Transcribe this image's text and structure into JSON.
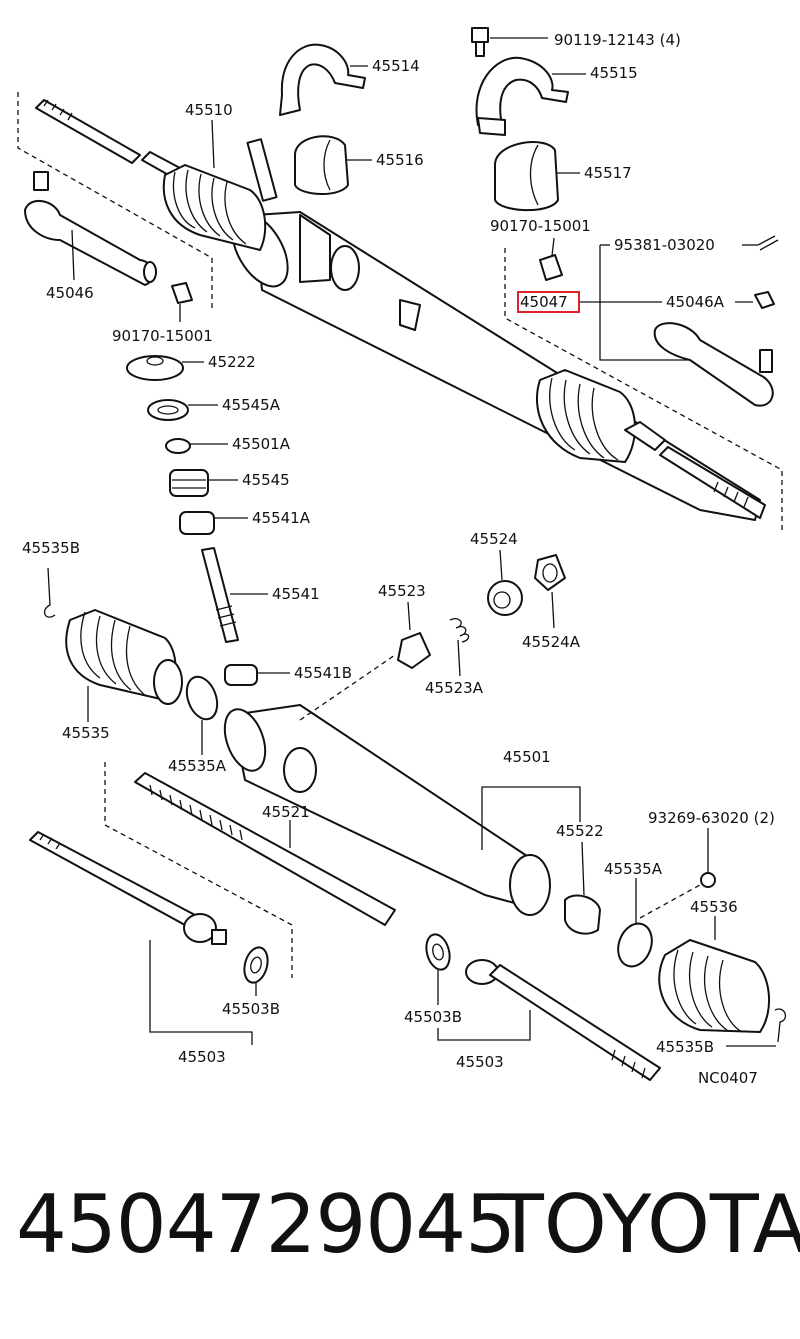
{
  "labels": {
    "l90119": "90119-12143 (4)",
    "l45514": "45514",
    "l45515": "45515",
    "l45510": "45510",
    "l45516": "45516",
    "l45517": "45517",
    "l90170a": "90170-15001",
    "l95381": "95381-03020",
    "l45047": "45047",
    "l45046A": "45046A",
    "l45046": "45046",
    "l90170b": "90170-15001",
    "l45222": "45222",
    "l45545A": "45545A",
    "l45501A": "45501A",
    "l45545": "45545",
    "l45541A": "45541A",
    "l45535B_a": "45535B",
    "l45541": "45541",
    "l45524": "45524",
    "l45523": "45523",
    "l45524A": "45524A",
    "l45541B": "45541B",
    "l45523A": "45523A",
    "l45535": "45535",
    "l45535A_a": "45535A",
    "l45501": "45501",
    "l45521": "45521",
    "l45522": "45522",
    "l93269": "93269-63020 (2)",
    "l45535A_b": "45535A",
    "l45536": "45536",
    "l45503B_a": "45503B",
    "l45503B_b": "45503B",
    "l45503_a": "45503",
    "l45503_b": "45503",
    "l45535B_b": "45535B",
    "lNC0407": "NC0407"
  },
  "highlight": {
    "label": "l45047",
    "color": "#e0232b"
  },
  "footer": {
    "part_number": "4504729045",
    "brand": "TOYOTA"
  }
}
